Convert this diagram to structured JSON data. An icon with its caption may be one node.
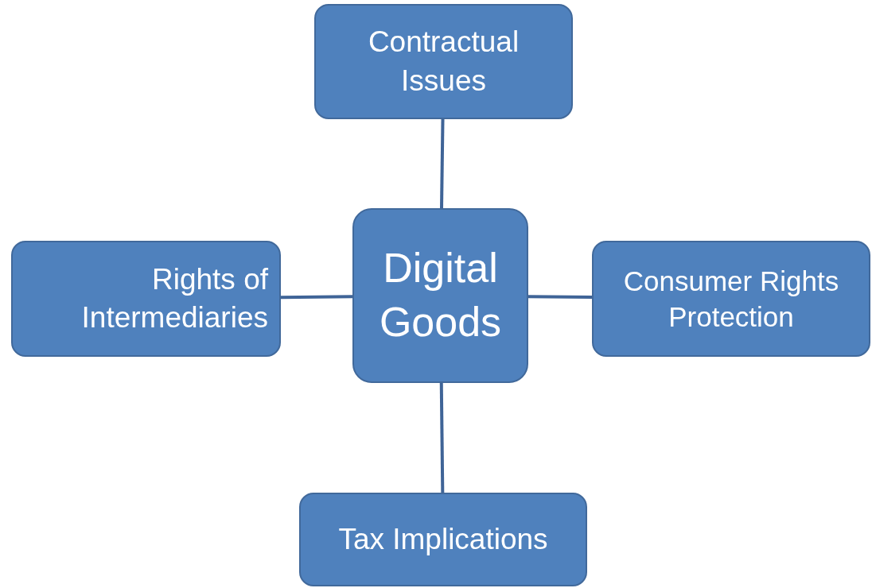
{
  "diagram": {
    "nodes": [
      {
        "text": [
          "Contractual Issues"
        ]
      },
      {
        "text": [
          "Rights of Intermediaries"
        ]
      },
      {
        "text": [
          "Digital Goods"
        ]
      },
      {
        "text": [
          "Consumer Rights Protection"
        ]
      },
      {
        "text": [
          "Tax Implications"
        ]
      }
    ],
    "edges": [
      {
        "from": 2,
        "to": 0,
        "arrow": "none"
      },
      {
        "from": 2,
        "to": 1,
        "arrow": "none"
      },
      {
        "from": 2,
        "to": 3,
        "arrow": "none"
      },
      {
        "from": 2,
        "to": 4,
        "arrow": "none"
      }
    ]
  }
}
